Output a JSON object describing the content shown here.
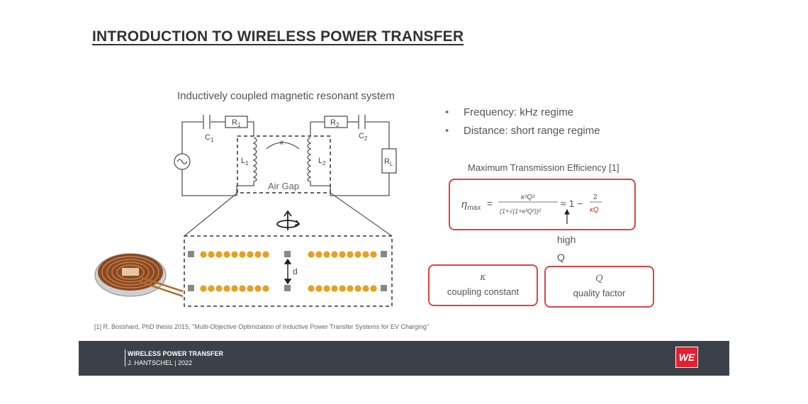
{
  "slide": {
    "title": "INTRODUCTION TO WIRELESS POWER TRANSFER"
  },
  "diagram": {
    "title": "Inductively coupled magnetic resonant system",
    "labels": {
      "c1": "C",
      "c1_sub": "1",
      "r1": "R",
      "r1_sub": "1",
      "r2": "R",
      "r2_sub": "2",
      "c2": "C",
      "c2_sub": "2",
      "rl": "R",
      "rl_sub": "L",
      "l1": "L",
      "l1_sub": "1",
      "l2": "L",
      "l2_sub": "2",
      "kappa": "κ",
      "air_gap": "Air Gap",
      "d": "d"
    }
  },
  "bullets": [
    "Frequency: kHz regime",
    "Distance: short range regime"
  ],
  "efficiency": {
    "label": "Maximum Transmission Efficiency [1]",
    "eta": "η",
    "eta_sub": "max",
    "num": "κ²Q²",
    "den": "(1+√(1+κ²Q²))²",
    "approx": "≈ 1 −",
    "num2": "2",
    "den2": "κQ",
    "high": "high",
    "q": "Q"
  },
  "params": [
    {
      "symbol": "κ",
      "text": "coupling constant"
    },
    {
      "symbol": "Q",
      "text": "quality factor"
    }
  ],
  "footnote": "[1] R. Bosshard, PhD thesis 2015, \"Multi-Objective Optimization of Inductive Power Transfer Systems for EV Charging\"",
  "footer": {
    "title": "WIRELESS POWER TRANSFER",
    "subtitle": "J. HANTSCHEL | 2022",
    "logo": "WE"
  },
  "colors": {
    "accent_red": "#dd4444",
    "coil_orange": "#e8a020",
    "footer_bg": "#3a4149",
    "logo_red": "#e4202e"
  }
}
